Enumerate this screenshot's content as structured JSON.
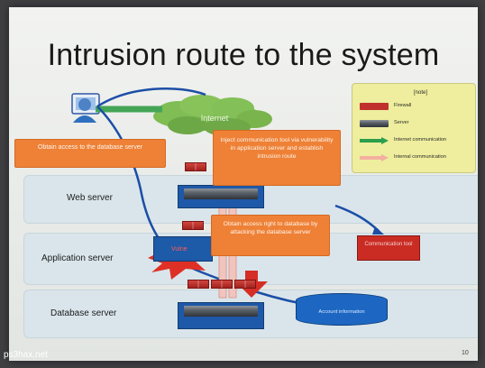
{
  "slide": {
    "title": "Intrusion route to the system",
    "page_number": "10",
    "watermark": "ps3hax.net"
  },
  "layers": {
    "web_server": "Web server",
    "application_server": "Application server",
    "database_server": "Database server"
  },
  "internet": {
    "label": "Internet"
  },
  "callouts": {
    "obtain_access_db_server": "Obtain access to the database server",
    "inject_tool": "Inject communication tool via vulnerability in application server and establish intrusion route",
    "obtain_access_right": "Obtain access right to database by attacking the database server"
  },
  "components": {
    "vulnerability_label": "Vulne",
    "communication_tool": "Communication tool",
    "account_information": "Account information"
  },
  "legend": {
    "title": "[note]",
    "items": [
      {
        "label": "Firewall",
        "color": "#c0312b"
      },
      {
        "label": "Server",
        "color": "#6c7278"
      },
      {
        "label": "Internet communication",
        "color": "#2c9e4c"
      },
      {
        "label": "Internal communication",
        "color": "#f2b0a0"
      }
    ]
  },
  "colors": {
    "band": "#d9e5eb",
    "callout": "#ee8136",
    "server": "#1e58a8",
    "firewall": "#b92b26",
    "attack": "#e3261e",
    "route": "#1d4ea6",
    "cloud": "#79b84b"
  }
}
